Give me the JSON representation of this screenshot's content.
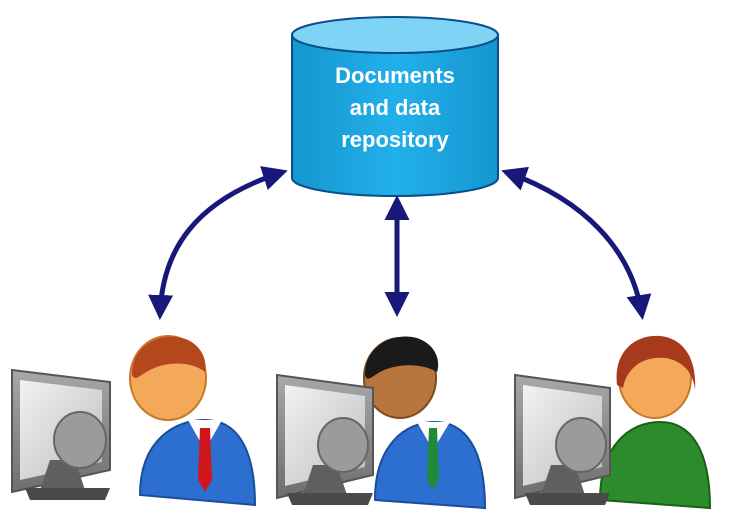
{
  "repository": {
    "label_lines": [
      "Documents",
      "and data",
      "repository"
    ],
    "fill_color": "#1aa7e2",
    "top_color": "#7fd4f6",
    "outline_color": "#0b4f8a"
  },
  "arrows": {
    "color": "#17187a"
  },
  "users": [
    {
      "name": "user-left",
      "hair_color": "#b5471c",
      "shirt_color": "#2d6fd0",
      "tie_color": "#d0161b",
      "accent": "red-tie"
    },
    {
      "name": "user-center",
      "hair_color": "#1a1a1a",
      "shirt_color": "#2d6fd0",
      "tie_color": "#1e8a3a",
      "accent": "green-tie"
    },
    {
      "name": "user-right",
      "hair_color": "#a63a1a",
      "shirt_color": "#2c8c2c",
      "tie_color": "",
      "accent": "none"
    }
  ],
  "monitor": {
    "body_color": "#8c8c8c",
    "screen_color": "#d9d9d9"
  }
}
